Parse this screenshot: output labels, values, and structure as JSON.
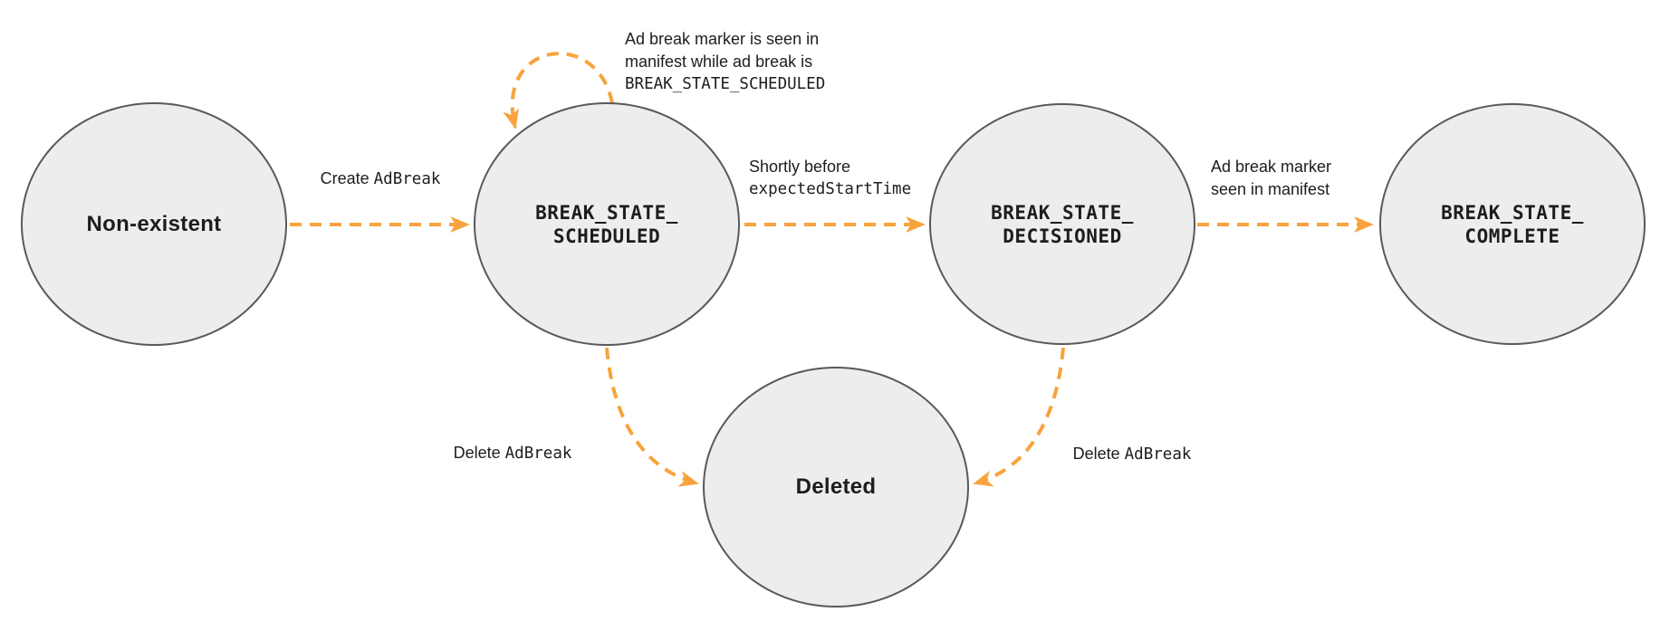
{
  "colors": {
    "arrow": "#F8A33D",
    "node_fill": "#EDEDED",
    "node_stroke": "#595959",
    "text": "#1D1D1F"
  },
  "nodes": [
    {
      "id": "non-existent",
      "label": "Non-existent"
    },
    {
      "id": "break-state-scheduled",
      "line1": "BREAK_STATE_",
      "line2": "SCHEDULED"
    },
    {
      "id": "break-state-decisioned",
      "line1": "BREAK_STATE_",
      "line2": "DECISIONED"
    },
    {
      "id": "break-state-complete",
      "line1": "BREAK_STATE_",
      "line2": "COMPLETE"
    },
    {
      "id": "deleted",
      "label": "Deleted"
    }
  ],
  "edges": {
    "create_adbreak": {
      "text": "Create",
      "code": "AdBreak"
    },
    "scheduled_self_loop": {
      "line1": "Ad break marker is seen in",
      "line2": "manifest while ad break is",
      "code_line": "BREAK_STATE_SCHEDULED"
    },
    "shortly_before": {
      "text": "Shortly before",
      "code": "expectedStartTime"
    },
    "marker_seen": {
      "line1": "Ad break marker",
      "line2": "seen in manifest"
    },
    "delete_adbreak_left": {
      "text": "Delete",
      "code": "AdBreak"
    },
    "delete_adbreak_right": {
      "text": "Delete",
      "code": "AdBreak"
    }
  }
}
